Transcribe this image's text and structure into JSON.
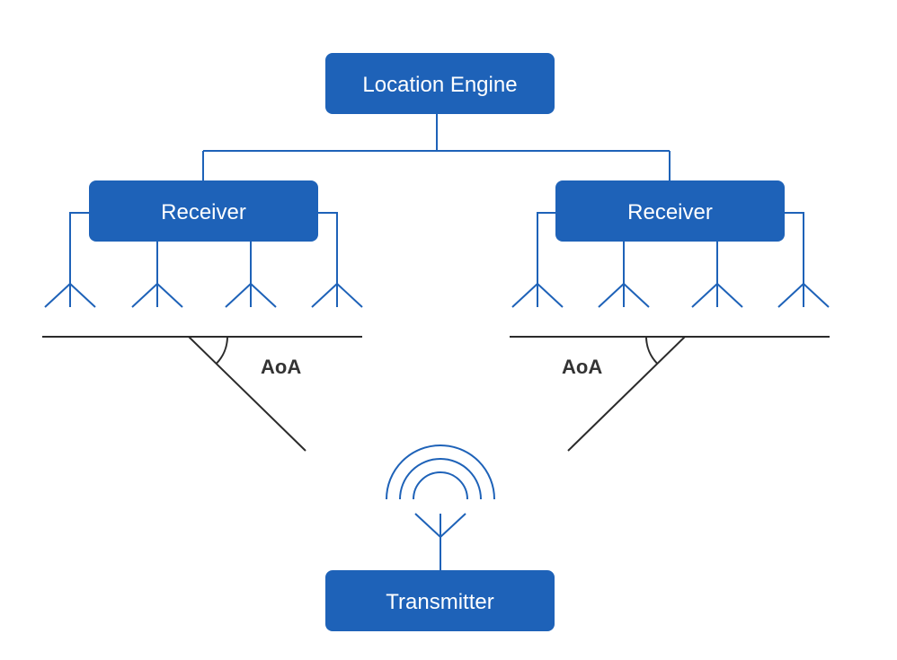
{
  "nodes": {
    "location_engine": "Location Engine",
    "receiver_left": "Receiver",
    "receiver_right": "Receiver",
    "transmitter": "Transmitter"
  },
  "annotations": {
    "aoa_left": "AoA",
    "aoa_right": "AoA"
  },
  "colors": {
    "box_fill": "#1e62b8",
    "connector": "#1e62b8",
    "baseline": "#2b2b2b",
    "label_dark": "#333333"
  },
  "icons": {
    "receiver_antenna": "antenna-icon",
    "transmitter_antenna": "antenna-icon",
    "signal_waves": "signal-waves-icon"
  }
}
